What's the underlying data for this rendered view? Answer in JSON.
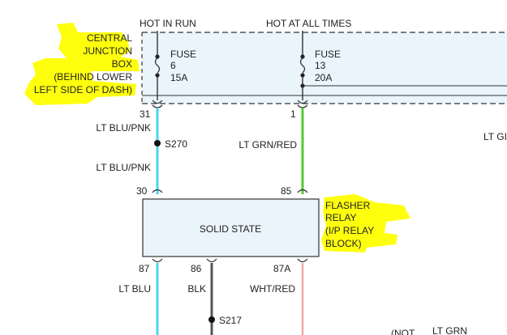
{
  "supply": {
    "hot_in_run": "HOT IN RUN",
    "hot_at_all_times": "HOT AT ALL TIMES"
  },
  "junction_box": {
    "lines": [
      "CENTRAL",
      "JUNCTION",
      "BOX",
      "(BEHIND LOWER",
      "LEFT SIDE OF DASH)"
    ]
  },
  "fuses": [
    {
      "label": "FUSE",
      "number": "6",
      "rating": "15A"
    },
    {
      "label": "FUSE",
      "number": "13",
      "rating": "20A"
    }
  ],
  "pins": {
    "jb_left": "31",
    "jb_right": "1",
    "relay_in_left": "30",
    "relay_in_right": "85",
    "relay_out_left": "87",
    "relay_out_mid": "86",
    "relay_out_right": "87A"
  },
  "wires": {
    "c31_top": "LT BLU/PNK",
    "c31_bottom": "LT BLU/PNK",
    "c1": "LT GRN/RED",
    "c87": "LT BLU",
    "c86": "BLK",
    "c87a": "WHT/RED",
    "right_edge_cut": "LT GI",
    "bottom_right_a": "(NOT",
    "bottom_right_b": "LT GRN"
  },
  "splices": {
    "s270": "S270",
    "s217": "S217"
  },
  "relay": {
    "body_label": "SOLID STATE",
    "name_lines": [
      "FLASHER",
      "RELAY",
      "(I/P RELAY",
      "BLOCK)"
    ]
  },
  "colors": {
    "box_fill": "#eaf4fb",
    "lt_blu": "#48d6f0",
    "lt_grn": "#55c832",
    "blk": "#555555",
    "wht_red": "#f0a8a0",
    "highlight": "#ffff00",
    "line": "#333333"
  }
}
